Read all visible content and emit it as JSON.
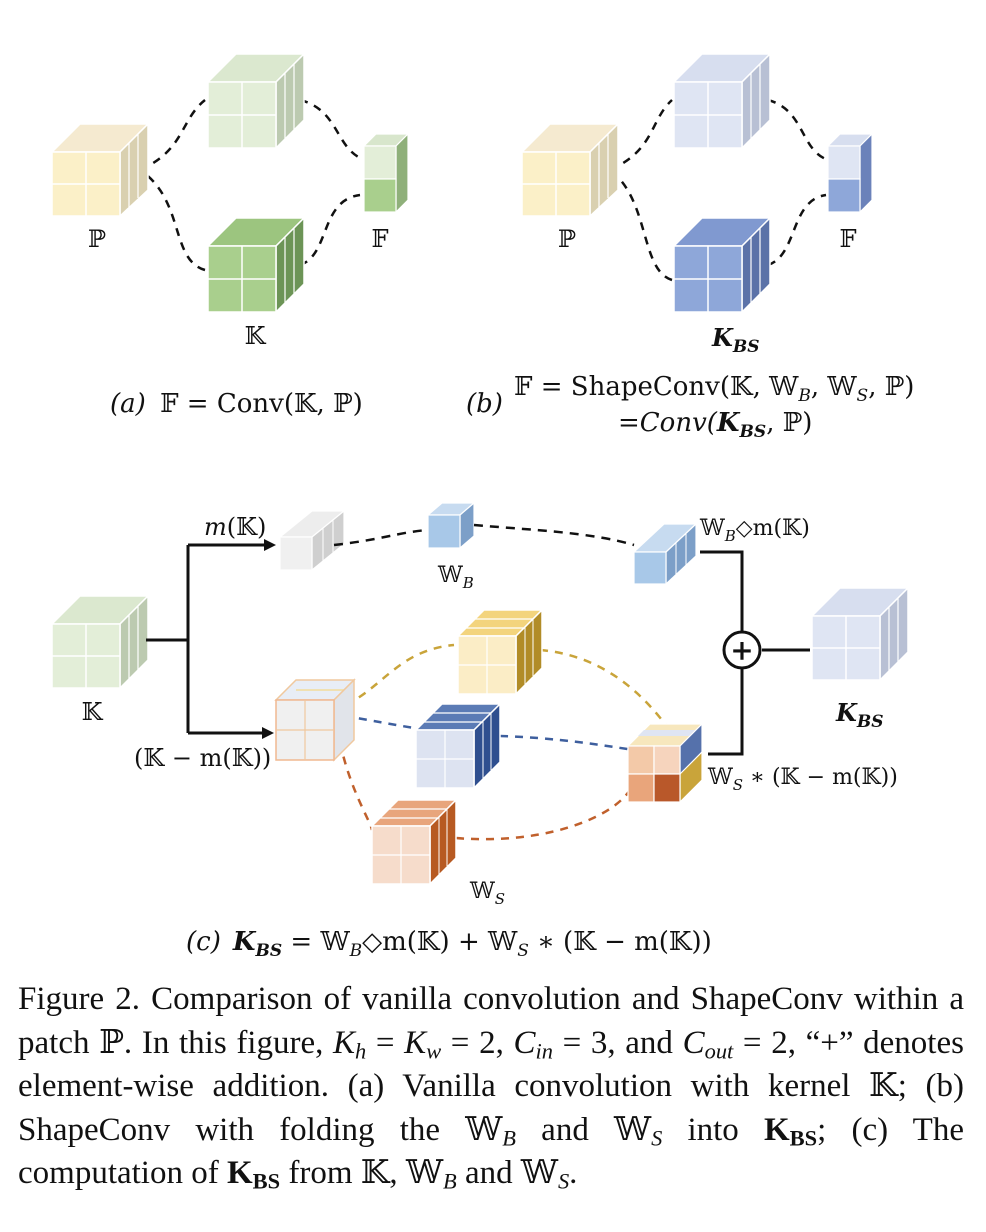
{
  "panel_a": {
    "label_p": "ℙ",
    "label_k": "𝕂",
    "label_f": "𝔽",
    "sub_label": "(a)",
    "equation": "𝔽 = Conv(𝕂, ℙ)"
  },
  "panel_b": {
    "label_p": "ℙ",
    "label_f": "𝔽",
    "label_kbs_main": "K",
    "label_kbs_sub": "BS",
    "sub_label": "(b)",
    "equation_line1": "𝔽 = ShapeConv(𝕂, 𝕎",
    "equation_line1_b": "B",
    "equation_line1_c": ", 𝕎",
    "equation_line1_d": "S",
    "equation_line1_e": ", ℙ)",
    "equation_line2_a": "=Conv(",
    "equation_line2_b": "K",
    "equation_line2_c": "BS",
    "equation_line2_d": ", ℙ)"
  },
  "panel_c": {
    "label_mk": "m(𝕂)",
    "label_wb": "𝕎",
    "label_wb_sub": "B",
    "label_wbmk": "𝕎",
    "label_wbmk_sub": "B",
    "label_wbmk_rest": "◇m(𝕂)",
    "label_k": "𝕂",
    "label_kmk": "(𝕂 − m(𝕂))",
    "label_plus": "+",
    "label_kbs_main": "K",
    "label_kbs_sub": "BS",
    "label_ws": "𝕎",
    "label_ws_sub": "S",
    "label_wskmk": "𝕎",
    "label_wskmk_sub": "S",
    "label_wskmk_rest": " ∗ (𝕂 − m(𝕂))",
    "sub_label": "(c)",
    "eq_k": "K",
    "eq_k_sub": "BS",
    "eq_rest1": " = 𝕎",
    "eq_sub_b": "B",
    "eq_rest2": "◇m(𝕂) + 𝕎",
    "eq_sub_s": "S",
    "eq_rest3": " ∗ (𝕂 − m(𝕂))"
  },
  "caption": {
    "p1": "Figure 2. Comparison of vanilla convolution and ShapeConv within a patch ℙ. In this figure, ",
    "kh": "K",
    "kh_sub": "h",
    "eq1": " = ",
    "kw": "K",
    "kw_sub": "w",
    "eq2": " = 2, ",
    "cin": "C",
    "cin_sub": "in",
    "eq3": " = 3, and ",
    "cout": "C",
    "cout_sub": "out",
    "eq4": " = 2, “+” denotes element-wise addition. (a) Vanilla convolution with kernel 𝕂; (b) ShapeConv with folding the ",
    "wb": "𝕎",
    "wb_sub": "B",
    "and1": " and ",
    "ws": "𝕎",
    "ws_sub": "S",
    "p2": " into ",
    "kbs1": "K",
    "kbs1_sub": "BS",
    "p3": "; (c) The computation of ",
    "kbs2": "K",
    "kbs2_sub": "BS",
    "p4": " from 𝕂, ",
    "wb2": "𝕎",
    "wb2_sub": "B",
    "and2": " and ",
    "ws2": "𝕎",
    "ws2_sub": "S",
    "p5": "."
  },
  "colors": {
    "patch_yellow": "#fbf0c8",
    "kernel_green": "#a9cf8d",
    "kernel_green_light": "#e3eed8",
    "kbs_blue": "#8ea7d9",
    "kbs_blue_light": "#dfe5f3",
    "wb_blue": "#a8c8e8",
    "ws_orange": "#f2d2bd",
    "gold_dash": "#c9a43a",
    "navy_dash": "#3e5f9e",
    "rust_dash": "#c0602c"
  }
}
